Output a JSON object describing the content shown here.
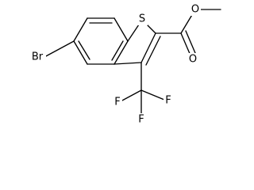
{
  "labels": {
    "sulfur": "S",
    "bromine": "Br",
    "ester_oxygen": "O",
    "carbonyl_oxygen": "O",
    "fluorine_1": "F",
    "fluorine_2": "F",
    "fluorine_3": "F"
  }
}
